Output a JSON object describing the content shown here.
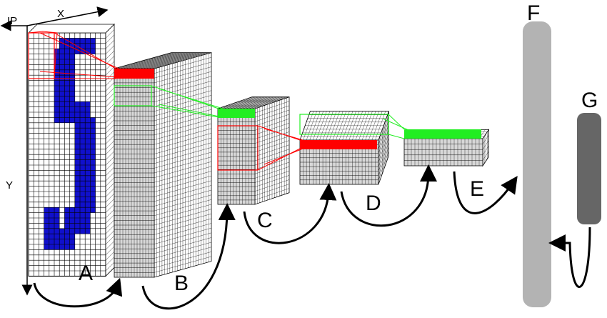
{
  "labels": {
    "A": "A",
    "B": "B",
    "C": "C",
    "D": "D",
    "E": "E",
    "F": "F",
    "G": "G",
    "axis_x": "X",
    "axis_y": "Y",
    "axis_ip": "IP"
  },
  "colors": {
    "digit": "#1010cc",
    "red_window": "#ff0000",
    "green_window": "#22ee22",
    "grid_line": "#000000",
    "block_f": "#b3b3b3",
    "block_g": "#666666",
    "arrow": "#000000"
  },
  "icons": {
    "arrows": "curved-black-arrow"
  }
}
